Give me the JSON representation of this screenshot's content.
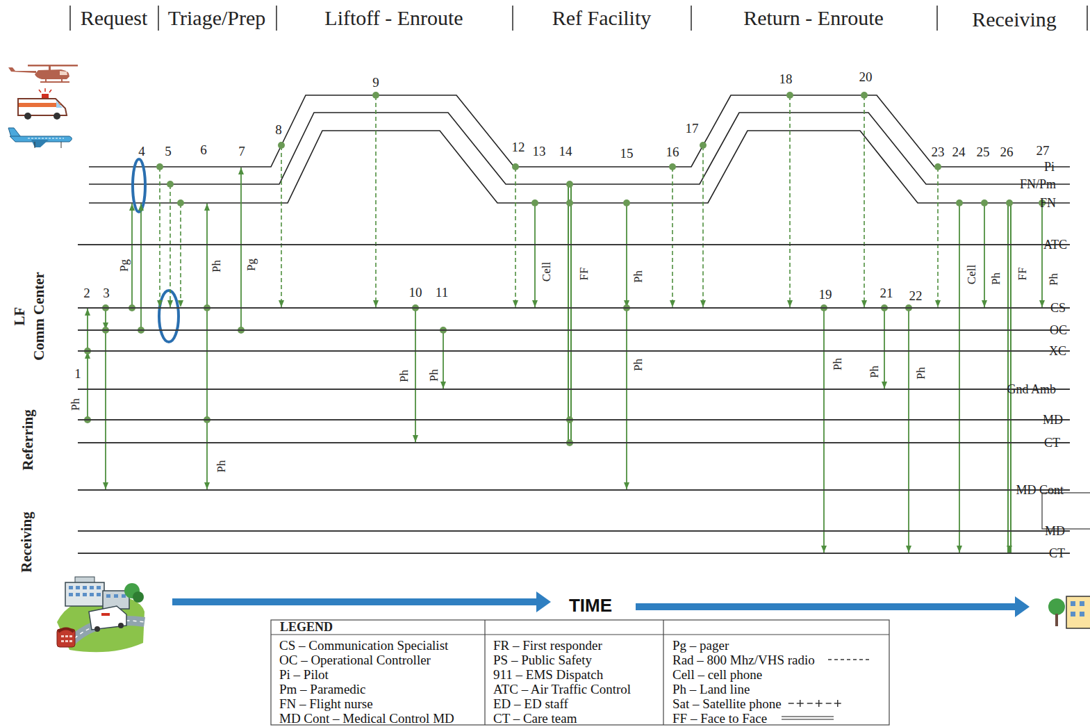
{
  "diagram": {
    "nodes": [
      {
        "text": [
          "Pi"
        ]
      },
      {
        "text": [
          "FN/Pm"
        ]
      },
      {
        "text": [
          "FN"
        ]
      },
      {
        "text": [
          "ATC"
        ]
      },
      {
        "text": [
          "CS"
        ]
      },
      {
        "text": [
          "OC"
        ]
      },
      {
        "text": [
          "XC"
        ]
      },
      {
        "text": [
          "Gnd Amb"
        ]
      },
      {
        "text": [
          "MD"
        ]
      },
      {
        "text": [
          "CT"
        ]
      },
      {
        "text": [
          "MD Cont"
        ]
      },
      {
        "text": [
          "MD"
        ]
      },
      {
        "text": [
          "CT"
        ]
      }
    ],
    "edges": [
      {
        "from": 8,
        "to": 6,
        "arrow": "to",
        "label": "Ph"
      },
      {
        "from": 6,
        "to": 4,
        "arrow": "to"
      },
      {
        "from": 4,
        "to": 5,
        "arrow": "to"
      },
      {
        "from": 5,
        "to": 10,
        "arrow": "to"
      },
      {
        "from": 4,
        "to": 2,
        "arrow": "to",
        "label": "Pg"
      },
      {
        "from": 5,
        "to": 2,
        "arrow": "to"
      },
      {
        "from": 0,
        "to": 4,
        "arrow": "to"
      },
      {
        "from": 1,
        "to": 4,
        "arrow": "to"
      },
      {
        "from": 2,
        "to": 4,
        "arrow": "to"
      },
      {
        "from": 4,
        "to": 2,
        "arrow": "to",
        "label": "Ph"
      },
      {
        "from": 4,
        "to": 10,
        "arrow": "to",
        "label": "Ph"
      },
      {
        "from": 5,
        "to": 0,
        "arrow": "to",
        "label": "Pg"
      },
      {
        "from": 0,
        "to": 4,
        "arrow": "to"
      },
      {
        "from": 0,
        "to": 4,
        "arrow": "to"
      },
      {
        "from": 4,
        "to": 9,
        "arrow": "to",
        "label": "Ph"
      },
      {
        "from": 5,
        "to": 7,
        "arrow": "to",
        "label": "Ph"
      },
      {
        "from": 0,
        "to": 4,
        "arrow": "to"
      },
      {
        "from": 2,
        "to": 4,
        "arrow": "to",
        "label": "Cell"
      },
      {
        "from": 1,
        "to": 9,
        "arrow": "none",
        "label": "FF"
      },
      {
        "from": 2,
        "to": 4,
        "arrow": "to",
        "label": "Ph"
      },
      {
        "from": 4,
        "to": 10,
        "arrow": "to",
        "label": "Ph"
      },
      {
        "from": 0,
        "to": 4,
        "arrow": "to"
      },
      {
        "from": 0,
        "to": 4,
        "arrow": "to"
      },
      {
        "from": 0,
        "to": 4,
        "arrow": "to"
      },
      {
        "from": 4,
        "to": 12,
        "arrow": "to",
        "label": "Ph"
      },
      {
        "from": 0,
        "to": 4,
        "arrow": "to"
      },
      {
        "from": 4,
        "to": 7,
        "arrow": "to",
        "label": "Ph"
      },
      {
        "from": 4,
        "to": 12,
        "arrow": "to",
        "label": "Ph"
      },
      {
        "from": 0,
        "to": 4,
        "arrow": "to"
      },
      {
        "from": 2,
        "to": 12,
        "arrow": "to",
        "label": "Cell"
      },
      {
        "from": 2,
        "to": 4,
        "arrow": "to",
        "label": "Ph"
      },
      {
        "from": 2,
        "to": 12,
        "arrow": "to",
        "label": "FF"
      },
      {
        "from": 2,
        "to": 4,
        "arrow": "to",
        "label": "Ph"
      }
    ],
    "labels": [
      "Request",
      "Triage/Prep",
      "Liftoff - Enroute",
      "Ref Facility",
      "Return - Enroute",
      "Receiving",
      "1",
      "2",
      "3",
      "4",
      "5",
      "6",
      "7",
      "8",
      "9",
      "10",
      "11",
      "12",
      "13",
      "14",
      "15",
      "16",
      "17",
      "18",
      "19",
      "20",
      "21",
      "22",
      "23",
      "24",
      "25",
      "26",
      "27",
      "LF",
      "Comm Center",
      "Referring",
      "Receiving",
      "TIME",
      "LEGEND"
    ],
    "legend": [
      {
        "text": "CS – Communication Specialist"
      },
      {
        "text": "OC – Operational Controller"
      },
      {
        "text": "Pi – Pilot"
      },
      {
        "text": "Pm – Paramedic"
      },
      {
        "text": "FN – Flight nurse"
      },
      {
        "text": "MD Cont – Medical Control MD"
      },
      {
        "text": "FR – First responder"
      },
      {
        "text": "PS – Public Safety"
      },
      {
        "text": "911 – EMS Dispatch"
      },
      {
        "text": "ATC – Air Traffic Control"
      },
      {
        "text": "ED – ED staff"
      },
      {
        "text": "CT – Care team"
      },
      {
        "text": "Pg – pager"
      },
      {
        "text": "Rad – 800 Mhz/VHS radio"
      },
      {
        "text": "Cell – cell phone"
      },
      {
        "text": "Ph – Land line"
      },
      {
        "text": "Sat – Satellite phone"
      },
      {
        "text": "FF – Face to Face"
      }
    ]
  }
}
